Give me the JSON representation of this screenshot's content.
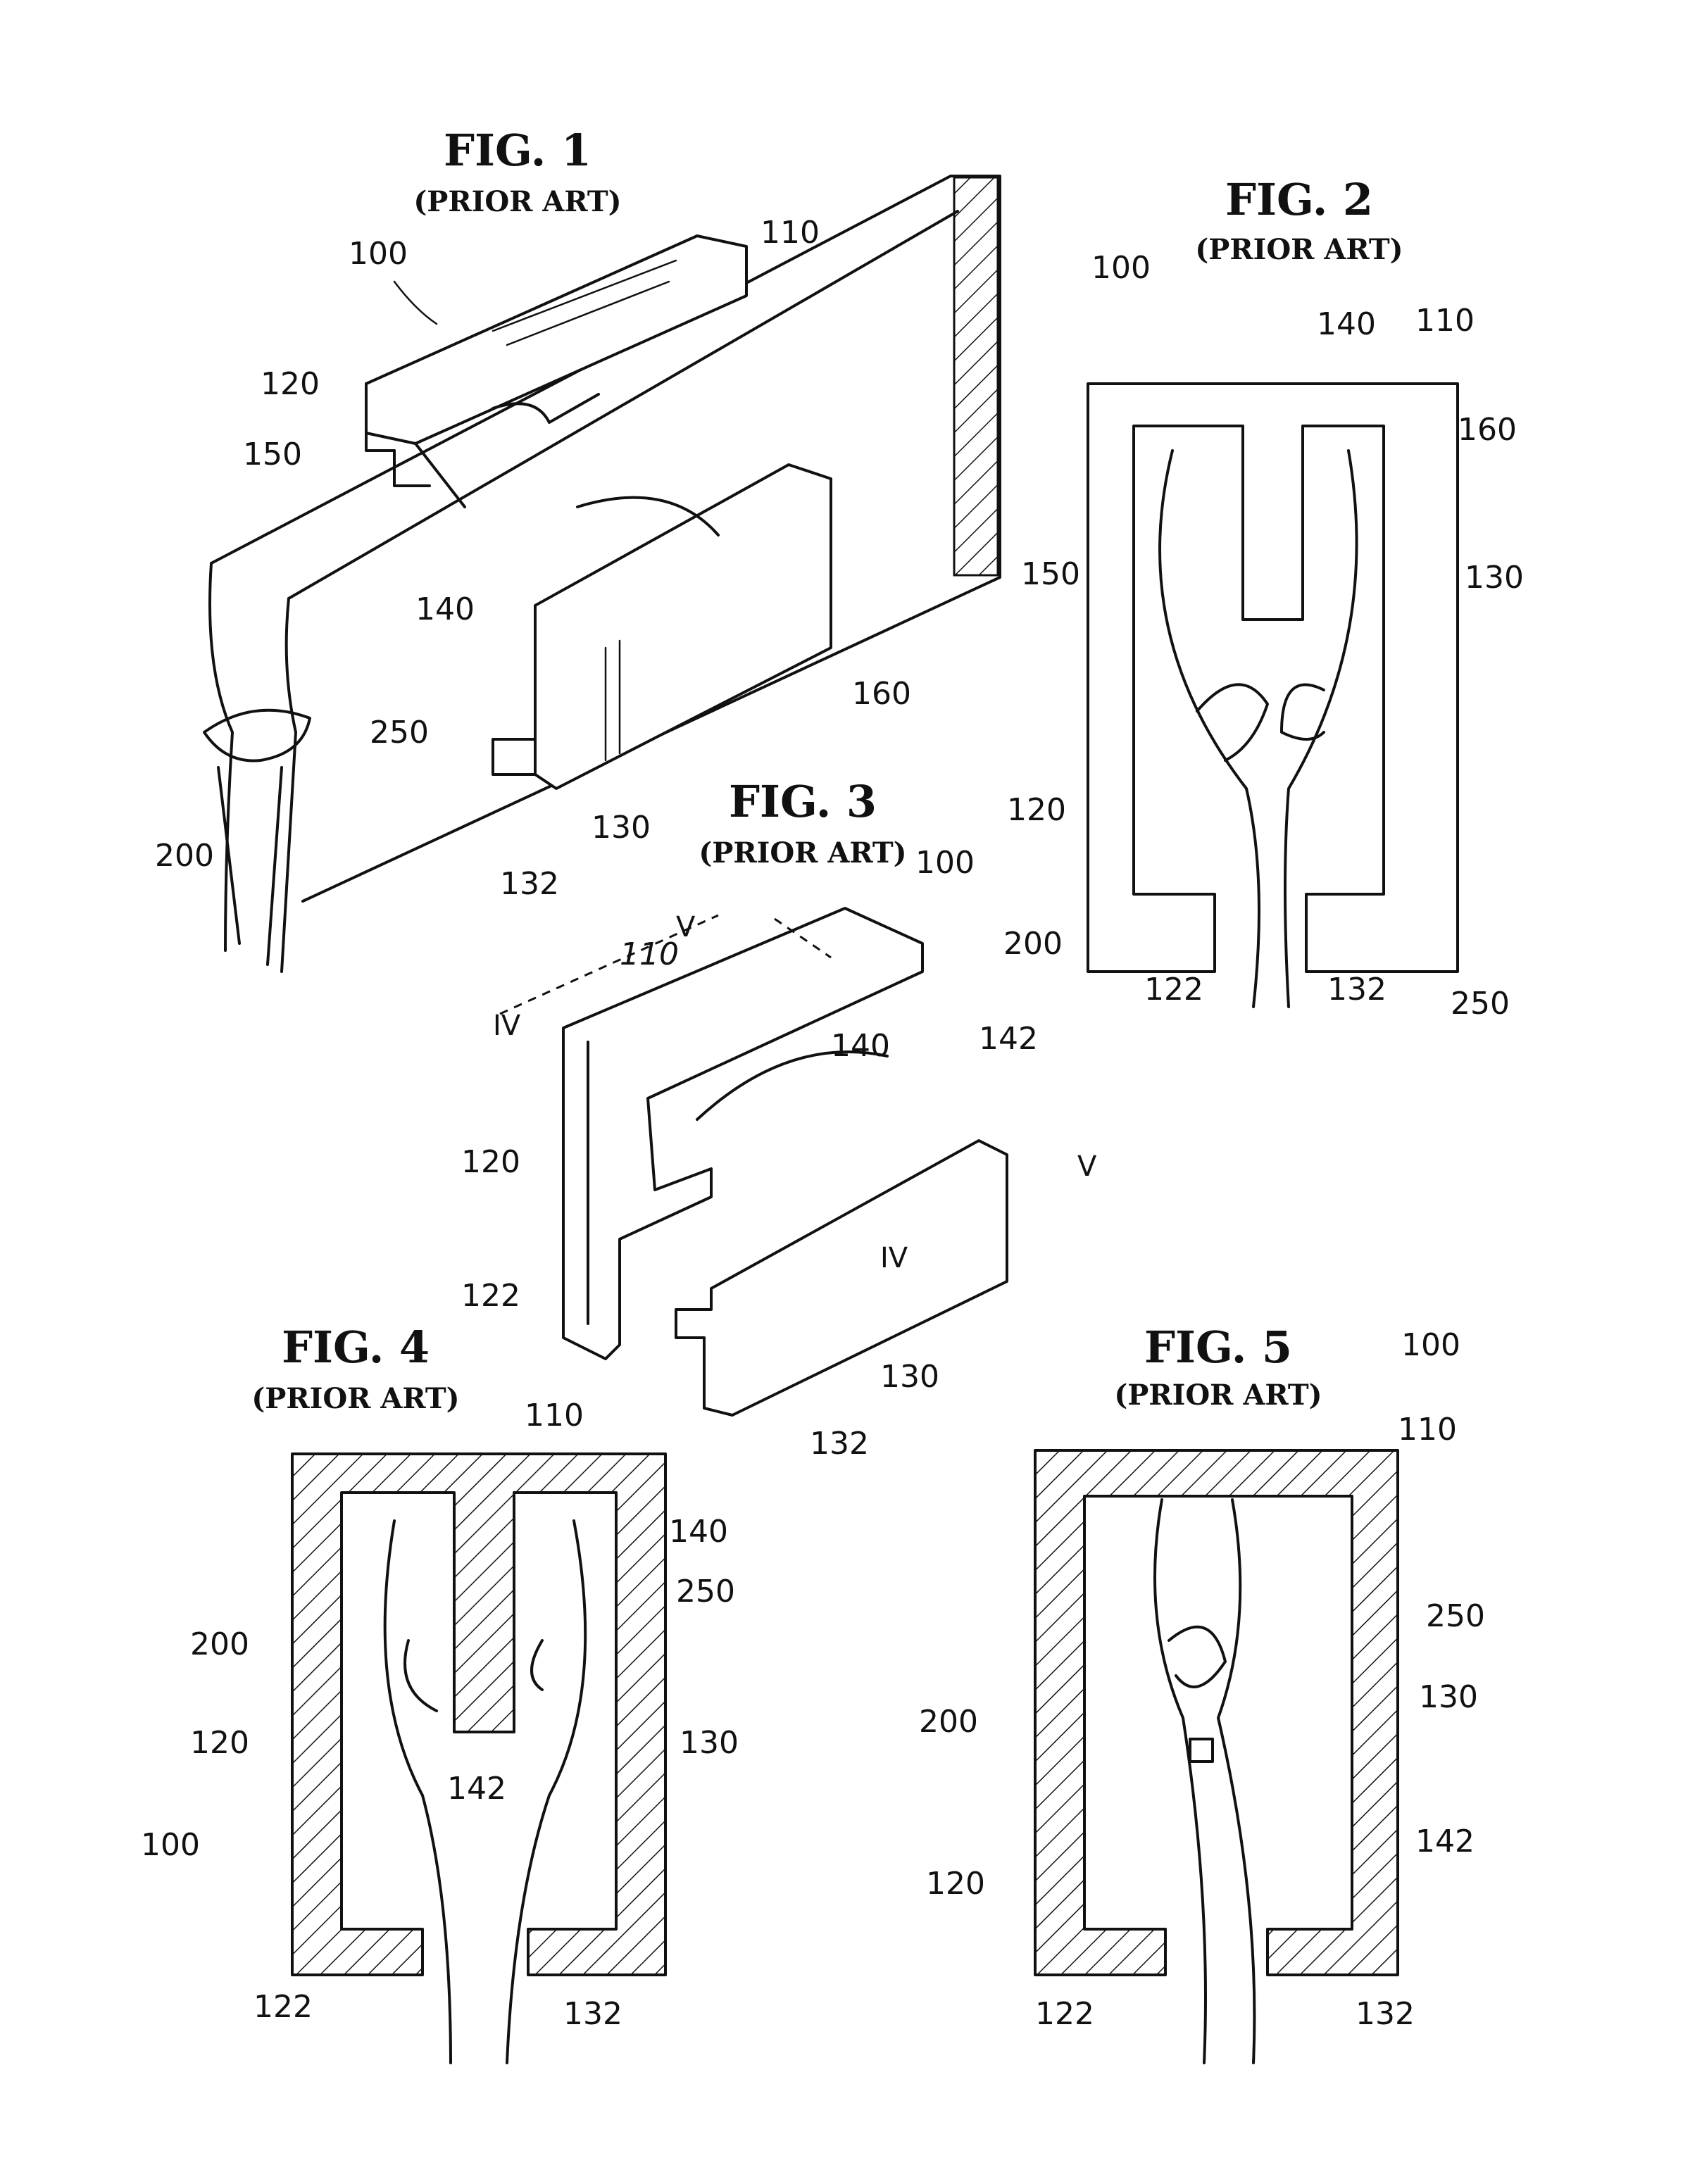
{
  "figures": {
    "fig1": {
      "title": "FIG. 1",
      "subtitle": "(PRIOR ART)"
    },
    "fig2": {
      "title": "FIG. 2",
      "subtitle": "(PRIOR ART)"
    },
    "fig3": {
      "title": "FIG. 3",
      "subtitle": "(PRIOR ART)"
    },
    "fig4": {
      "title": "FIG. 4",
      "subtitle": "(PRIOR ART)"
    },
    "fig5": {
      "title": "FIG. 5",
      "subtitle": "(PRIOR ART)"
    }
  },
  "refs": {
    "r100": "100",
    "r110": "110",
    "r120": "120",
    "r122": "122",
    "r130": "130",
    "r132": "132",
    "r140": "140",
    "r142": "142",
    "r150": "150",
    "r160": "160",
    "r200": "200",
    "r250": "250",
    "sec4": "IV",
    "sec5": "V"
  }
}
